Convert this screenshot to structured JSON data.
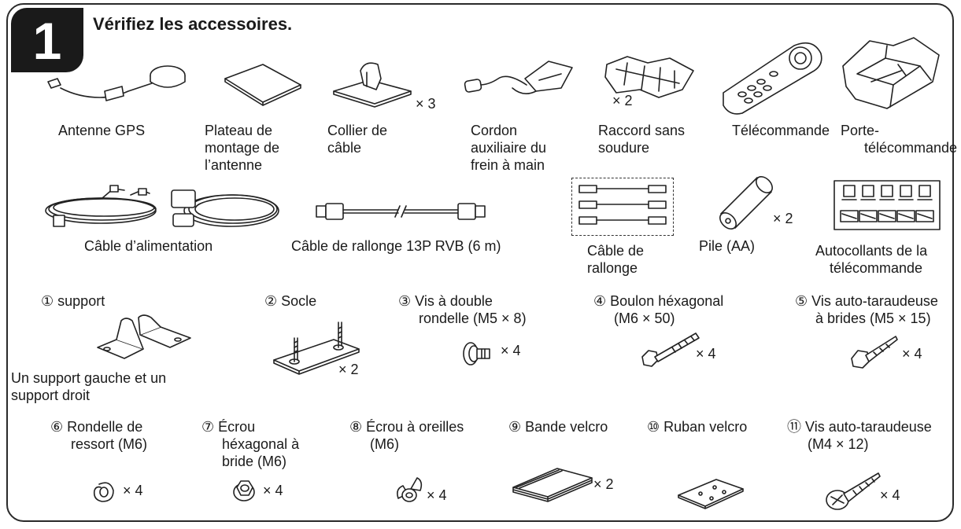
{
  "step": {
    "number": "1",
    "title": "Vérifiez les accessoires."
  },
  "items": {
    "gps": {
      "label": "Antenne GPS"
    },
    "plate": {
      "label": [
        "Plateau de",
        "montage de",
        "l’antenne"
      ]
    },
    "clamp": {
      "label": [
        "Collier de",
        "câble"
      ],
      "qty": "× 3"
    },
    "brake": {
      "label": [
        "Cordon",
        "auxiliaire du",
        "frein à main"
      ]
    },
    "solderless": {
      "label": [
        "Raccord sans",
        "soudure"
      ],
      "qty": "× 2"
    },
    "remote": {
      "label": "Télécommande"
    },
    "holder": {
      "label": [
        "Porte-",
        "télécommande"
      ]
    },
    "power": {
      "label": "Câble d’alimentation"
    },
    "rgb": {
      "label": "Câble de rallonge 13P RVB (6 m)"
    },
    "extension": {
      "label": [
        "Câble de",
        "rallonge"
      ]
    },
    "battery": {
      "label": "Pile (AA)",
      "qty": "× 2"
    },
    "stickers": {
      "label": [
        "Autocollants de la",
        "télécommande"
      ]
    },
    "p1": {
      "num": "①",
      "label": "support",
      "note": [
        "Un support gauche et un",
        "support droit"
      ]
    },
    "p2": {
      "num": "②",
      "label": "Socle",
      "qty": "× 2"
    },
    "p3": {
      "num": "③",
      "label": [
        "Vis à double",
        "rondelle (M5 × 8)"
      ],
      "qty": "× 4"
    },
    "p4": {
      "num": "④",
      "label": [
        "Boulon héxagonal",
        "(M6 × 50)"
      ],
      "qty": "× 4"
    },
    "p5": {
      "num": "⑤",
      "label": [
        "Vis auto-taraudeuse",
        "à brides (M5 × 15)"
      ],
      "qty": "× 4"
    },
    "p6": {
      "num": "⑥",
      "label": [
        "Rondelle de",
        "ressort (M6)"
      ],
      "qty": "× 4"
    },
    "p7": {
      "num": "⑦",
      "label": [
        "Écrou",
        "héxagonal à",
        "bride (M6)"
      ],
      "qty": "× 4"
    },
    "p8": {
      "num": "⑧",
      "label": [
        "Écrou à oreilles",
        "(M6)"
      ],
      "qty": "× 4"
    },
    "p9": {
      "num": "⑨",
      "label": "Bande velcro",
      "qty": "× 2"
    },
    "p10": {
      "num": "⑩",
      "label": "Ruban velcro"
    },
    "p11": {
      "num": "⑪",
      "label": [
        "Vis auto-taraudeuse",
        "(M4 × 12)"
      ],
      "qty": "× 4"
    }
  }
}
